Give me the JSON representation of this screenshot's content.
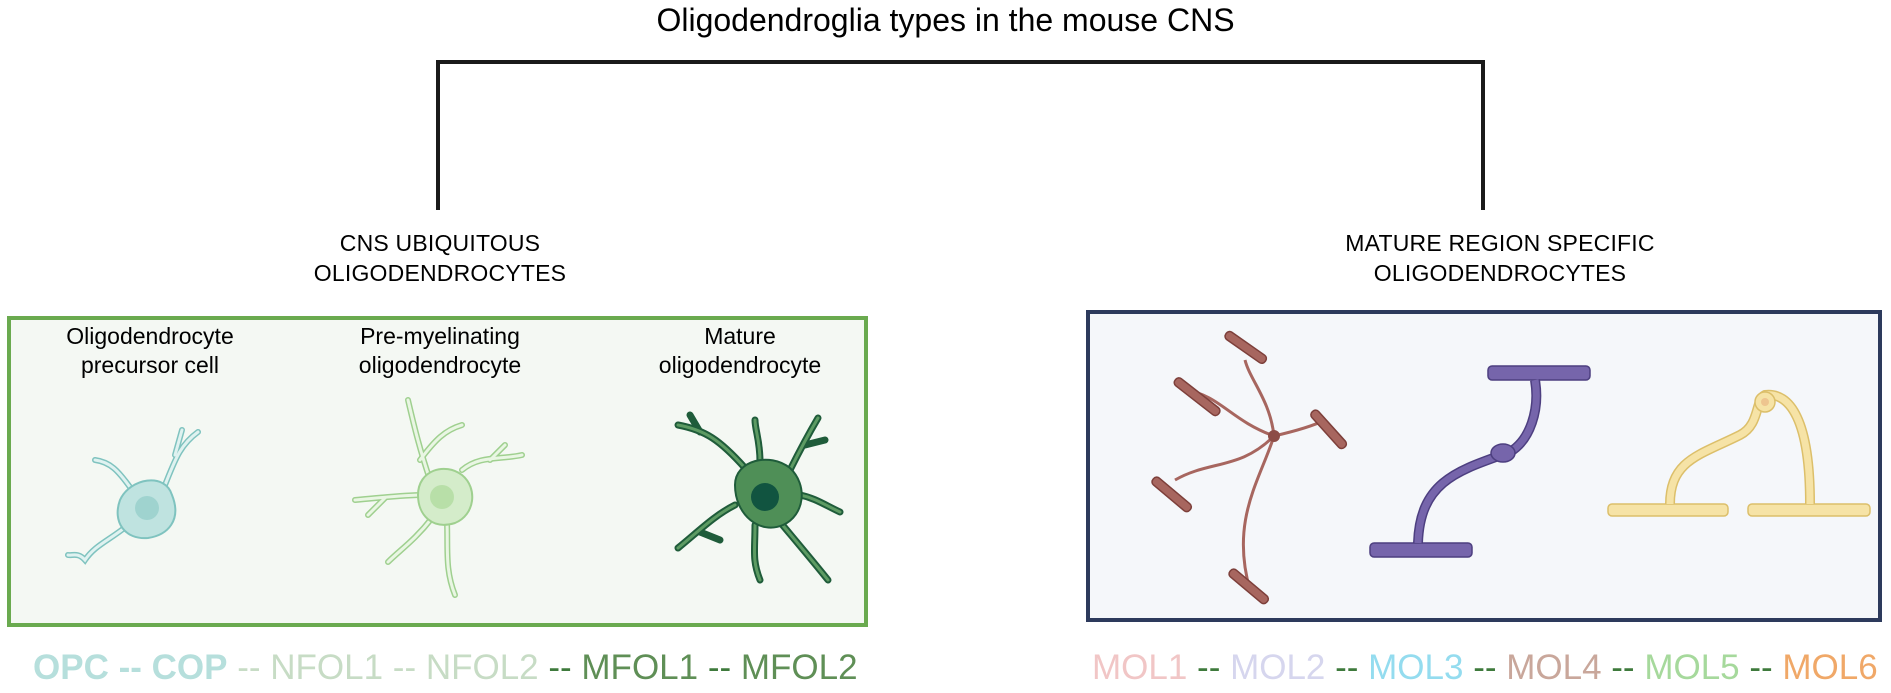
{
  "title": "Oligodendroglia types in the mouse CNS",
  "categories": {
    "left": [
      "CNS UBIQUITOUS",
      "OLIGODENDROCYTES"
    ],
    "right": [
      "MATURE REGION SPECIFIC",
      "OLIGODENDROCYTES"
    ]
  },
  "cell_labels": {
    "opc": [
      "Oligodendrocyte",
      "precursor cell"
    ],
    "pre": [
      "Pre-myelinating",
      "oligodendrocyte"
    ],
    "mature": [
      "Mature",
      "oligodendrocyte"
    ]
  },
  "sequence_left": {
    "separator": " -- ",
    "items": [
      {
        "label": "OPC",
        "color": "#b6dfdc",
        "bold": true
      },
      {
        "label": "COP",
        "color": "#b6dfdc",
        "bold": true
      },
      {
        "label": "NFOL1",
        "color": "#c7dcc5",
        "bold": false
      },
      {
        "label": "NFOL2",
        "color": "#c7dcc5",
        "bold": false
      },
      {
        "label": "MFOL1",
        "color": "#5f8f56",
        "bold": false
      },
      {
        "label": "MFOL2",
        "color": "#5f8f56",
        "bold": false
      }
    ],
    "separator_colors": [
      "#b6dfdc",
      "#c7dcc5",
      "#c7dcc5",
      "#3e7a3c",
      "#3e7a3c"
    ]
  },
  "sequence_right": {
    "separator": " -- ",
    "separator_color": "#3e7a3c",
    "items": [
      {
        "label": "MOL1",
        "color": "#f1c6c6"
      },
      {
        "label": "MOL2",
        "color": "#d6d6ee"
      },
      {
        "label": "MOL3",
        "color": "#94dcef"
      },
      {
        "label": "MOL4",
        "color": "#c9a79b"
      },
      {
        "label": "MOL5",
        "color": "#a6d99c"
      },
      {
        "label": "MOL6",
        "color": "#f0a868"
      }
    ]
  },
  "colors": {
    "bracket": "#1a1a1a",
    "left_box_border": "#6aaa4f",
    "right_box_border": "#2d3a5c",
    "opc_cell": "#bfe3e0",
    "pre_cell": "#d4ecca",
    "mature_cell": "#4f8f57",
    "mol_red": "#a7665f",
    "mol_purple": "#7665ab",
    "mol_yellow": "#f6e3a6"
  },
  "icons": [
    "opc-cell-icon",
    "premyelinating-cell-icon",
    "mature-cell-icon",
    "mol-branched-icon",
    "mol-purple-icon",
    "mol-yellow-icon"
  ]
}
